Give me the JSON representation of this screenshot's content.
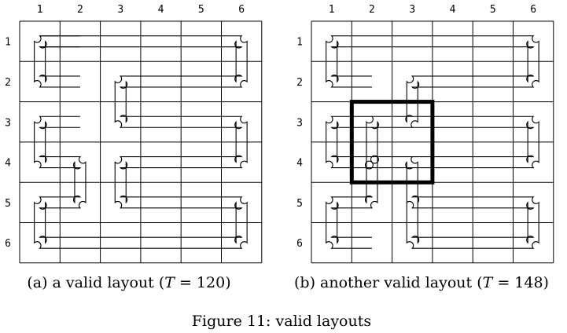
{
  "figure": {
    "panels": [
      {
        "col_labels": [
          "1",
          "2",
          "3",
          "4",
          "5",
          "6"
        ],
        "row_labels": [
          "1",
          "2",
          "3",
          "4",
          "5",
          "6"
        ],
        "caption": {
          "prefix": "(a) a valid layout (",
          "var": "T",
          "suffix": " = 120)"
        },
        "highlight": null,
        "paths": [
          [
            [
              1,
              1
            ],
            [
              2,
              1
            ],
            [
              3,
              1
            ],
            [
              4,
              1
            ],
            [
              5,
              1
            ],
            [
              6,
              1
            ],
            [
              6,
              2
            ],
            [
              5,
              2
            ],
            [
              4,
              2
            ],
            [
              3,
              2
            ],
            [
              3,
              3
            ],
            [
              4,
              3
            ],
            [
              5,
              3
            ],
            [
              6,
              3
            ],
            [
              6,
              4
            ],
            [
              5,
              4
            ],
            [
              4,
              4
            ],
            [
              3,
              4
            ],
            [
              3,
              5
            ],
            [
              4,
              5
            ],
            [
              5,
              5
            ],
            [
              6,
              5
            ],
            [
              6,
              6
            ],
            [
              5,
              6
            ],
            [
              4,
              6
            ],
            [
              3,
              6
            ],
            [
              2,
              6
            ],
            [
              1,
              6
            ],
            [
              1,
              5
            ],
            [
              2,
              5
            ],
            [
              2,
              4
            ],
            [
              1,
              4
            ],
            [
              1,
              3
            ],
            [
              2,
              3
            ]
          ],
          [
            [
              2,
              1
            ],
            [
              1,
              1
            ],
            [
              1,
              2
            ],
            [
              2,
              2
            ]
          ]
        ]
      },
      {
        "col_labels": [
          "1",
          "2",
          "3",
          "4",
          "5",
          "6"
        ],
        "row_labels": [
          "1",
          "2",
          "3",
          "4",
          "5",
          "6"
        ],
        "caption": {
          "prefix": "(b) another valid layout (",
          "var": "T",
          "suffix": " = 148)"
        },
        "highlight": {
          "col_from": 2,
          "col_to": 3,
          "row_from": 3,
          "row_to": 4
        },
        "paths": [
          [
            [
              2,
              1
            ],
            [
              3,
              1
            ],
            [
              4,
              1
            ],
            [
              5,
              1
            ],
            [
              6,
              1
            ],
            [
              6,
              2
            ],
            [
              5,
              2
            ],
            [
              4,
              2
            ],
            [
              3,
              2
            ],
            [
              3,
              3
            ],
            [
              2,
              3
            ],
            [
              2,
              4
            ],
            [
              3,
              4
            ],
            [
              3,
              5
            ],
            [
              4,
              5
            ],
            [
              5,
              5
            ],
            [
              6,
              5
            ],
            [
              6,
              6
            ],
            [
              5,
              6
            ],
            [
              4,
              6
            ],
            [
              3,
              6
            ],
            [
              3,
              5
            ]
          ],
          [
            [
              2,
              1
            ],
            [
              1,
              1
            ],
            [
              1,
              2
            ],
            [
              2,
              2
            ]
          ],
          [
            [
              3,
              3
            ],
            [
              4,
              3
            ],
            [
              5,
              3
            ],
            [
              6,
              3
            ],
            [
              6,
              4
            ],
            [
              5,
              4
            ],
            [
              4,
              4
            ],
            [
              3,
              4
            ]
          ],
          [
            [
              2,
              3
            ],
            [
              1,
              3
            ],
            [
              1,
              4
            ],
            [
              2,
              4
            ],
            [
              2,
              5
            ],
            [
              1,
              5
            ],
            [
              1,
              6
            ],
            [
              2,
              6
            ]
          ]
        ]
      }
    ],
    "title": "Figure 11:  valid layouts"
  }
}
